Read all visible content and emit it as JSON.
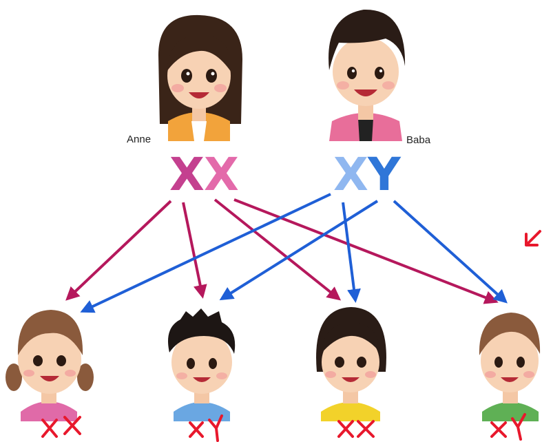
{
  "parents": {
    "mother": {
      "name": "Anne",
      "chromosomes": [
        "X",
        "X"
      ],
      "colors": [
        "#c4408f",
        "#e36aaa"
      ]
    },
    "father": {
      "name": "Baba",
      "chromosomes": [
        "X",
        "Y"
      ],
      "colors": [
        "#8fb7f0",
        "#2f76d8"
      ]
    }
  },
  "children": [
    {
      "genotype": "XX",
      "shirt": "#e06aa8"
    },
    {
      "genotype": "XY",
      "shirt": "#6aa7e2"
    },
    {
      "genotype": "XX",
      "shirt": "#f2d22a"
    },
    {
      "genotype": "XY",
      "shirt": "#5fb055"
    }
  ],
  "colors": {
    "mother_arrow": "#b5185c",
    "father_arrow": "#1f5fd6",
    "annotation": "#e8182c"
  }
}
